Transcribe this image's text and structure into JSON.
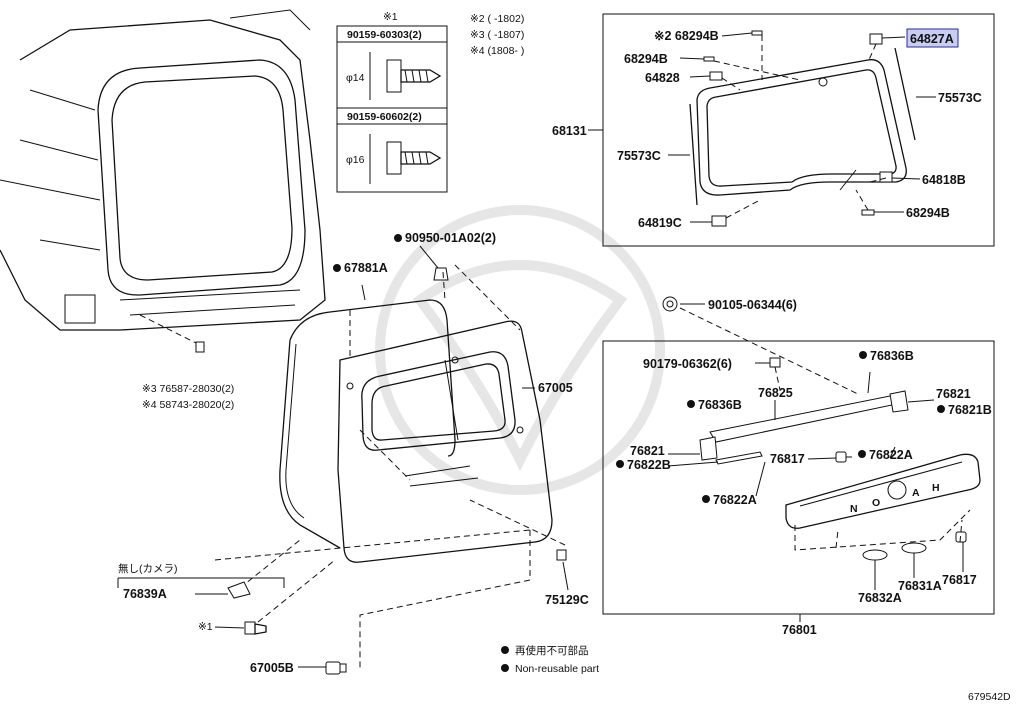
{
  "notes": {
    "n1": "※1",
    "n2": "※2 (       -1802)",
    "n3": "※3 (       -1807)",
    "n4": "※4 (1808-       )"
  },
  "bolts": [
    {
      "part": "90159-60303(2)",
      "dia": "φ14"
    },
    {
      "part": "90159-60602(2)",
      "dia": "φ16"
    }
  ],
  "glass_box": {
    "p68294B_top": "※2 68294B",
    "p68294B_mid": "68294B",
    "p64828": "64828",
    "p64827A": "64827A",
    "p75573C_right": "75573C",
    "p75573C_left": "75573C",
    "p68131": "68131",
    "p64818B": "64818B",
    "p64819C": "64819C",
    "p68294B_bottom": "68294B"
  },
  "door": {
    "p90950": "90950-01A02(2)",
    "p67881A": "67881A",
    "p67005": "67005",
    "p75129C": "75129C",
    "p67005B": "67005B",
    "p76839A": "76839A",
    "no_camera": "無し(カメラ)",
    "star1": "※1",
    "clip_note_a": "※3 76587-28030(2)",
    "clip_note_b": "※4 58743-28020(2)"
  },
  "garnish": {
    "p90105": "90105-06344(6)",
    "p90179": "90179-06362(6)",
    "p76836B_right": "76836B",
    "p76836B_left": "76836B",
    "p76825": "76825",
    "p76821_right": "76821",
    "p76821B_right": "76821B",
    "p76821_left": "76821",
    "p76822B": "76822B",
    "p76817_top": "76817",
    "p76822A_right": "76822A",
    "p76822A_left": "76822A",
    "p76832A": "76832A",
    "p76831A": "76831A",
    "p76817_bottom": "76817",
    "p76801": "76801"
  },
  "legend": {
    "jp": "再使用不可部品",
    "en": "Non-reusable part"
  },
  "diagram_id": "679542D"
}
